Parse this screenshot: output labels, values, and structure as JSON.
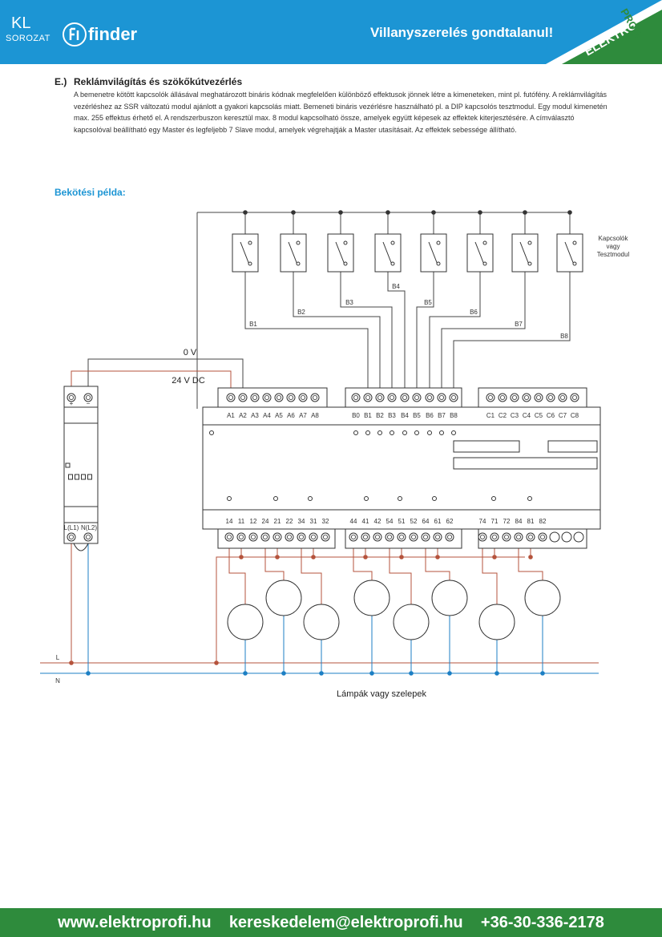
{
  "header": {
    "series_title": "KL",
    "series_sub": "SOROZAT",
    "brand": "finder",
    "tagline": "Villanyszerelés gondtalanul!",
    "corner_brand": [
      "ELEKTRO",
      "PROFI"
    ]
  },
  "section": {
    "letter": "E.)",
    "title": "Reklámvilágítás és szökőkútvezérlés",
    "body": "A bemenetre kötött kapcsolók állásával meghatározott bináris kódnak megfelelően különböző effektusok jönnek létre a kimeneteken, mint pl. futófény. A reklámvilágítás vezérléshez az SSR változatú modul ajánlott a gyakori kapcsolás miatt. Bemeneti bináris vezérlésre használható pl. a DIP kapcsolós tesztmodul. Egy modul kimenetén max. 255 effektus érhető el. A rendszerbuszon keresztül max. 8 modul kapcsolható össze, amelyek együtt képesek az effektek kiterjesztésére. A címválasztó kapcsolóval beállítható egy Master és legfeljebb 7 Slave modul, amelyek végrehajtják a Master utasításait. Az effektek sebessége állítható."
  },
  "diagram": {
    "heading": "Bekötési példa:",
    "switch_caption": [
      "Kapcsolók",
      "vagy",
      "Tesztmodul"
    ],
    "bus_labels": [
      "B1",
      "B2",
      "B3",
      "B4",
      "B5",
      "B6",
      "B7",
      "B8"
    ],
    "supply_0v": "0 V",
    "supply_24v": "24 V DC",
    "terminals_a": [
      "A1",
      "A2",
      "A3",
      "A4",
      "A5",
      "A6",
      "A7",
      "A8"
    ],
    "terminals_b": [
      "B0",
      "B1",
      "B2",
      "B3",
      "B4",
      "B5",
      "B6",
      "B7",
      "B8"
    ],
    "terminals_c": [
      "C1",
      "C2",
      "C3",
      "C4",
      "C5",
      "C6",
      "C7",
      "C8"
    ],
    "out_group1": [
      "14",
      "11",
      "12",
      "24",
      "21",
      "22",
      "34",
      "31",
      "32"
    ],
    "out_group2": [
      "44",
      "41",
      "42",
      "54",
      "51",
      "52",
      "64",
      "61",
      "62"
    ],
    "out_group3": [
      "74",
      "71",
      "72",
      "84",
      "81",
      "82"
    ],
    "psu_top": [
      "+",
      "−"
    ],
    "psu_bottom": [
      "L(L1)",
      "N(L2)"
    ],
    "line_l": "L",
    "line_n": "N",
    "lamps_caption": "Lámpák vagy szelepek",
    "colors": {
      "live": "#b5533c",
      "neutral": "#1c7fc4",
      "wire": "#444444",
      "accent": "#1c95d4"
    }
  },
  "footer": {
    "website": "www.elektroprofi.hu",
    "email": "kereskedelem@elektroprofi.hu",
    "phone": "+36-30-336-2178"
  }
}
